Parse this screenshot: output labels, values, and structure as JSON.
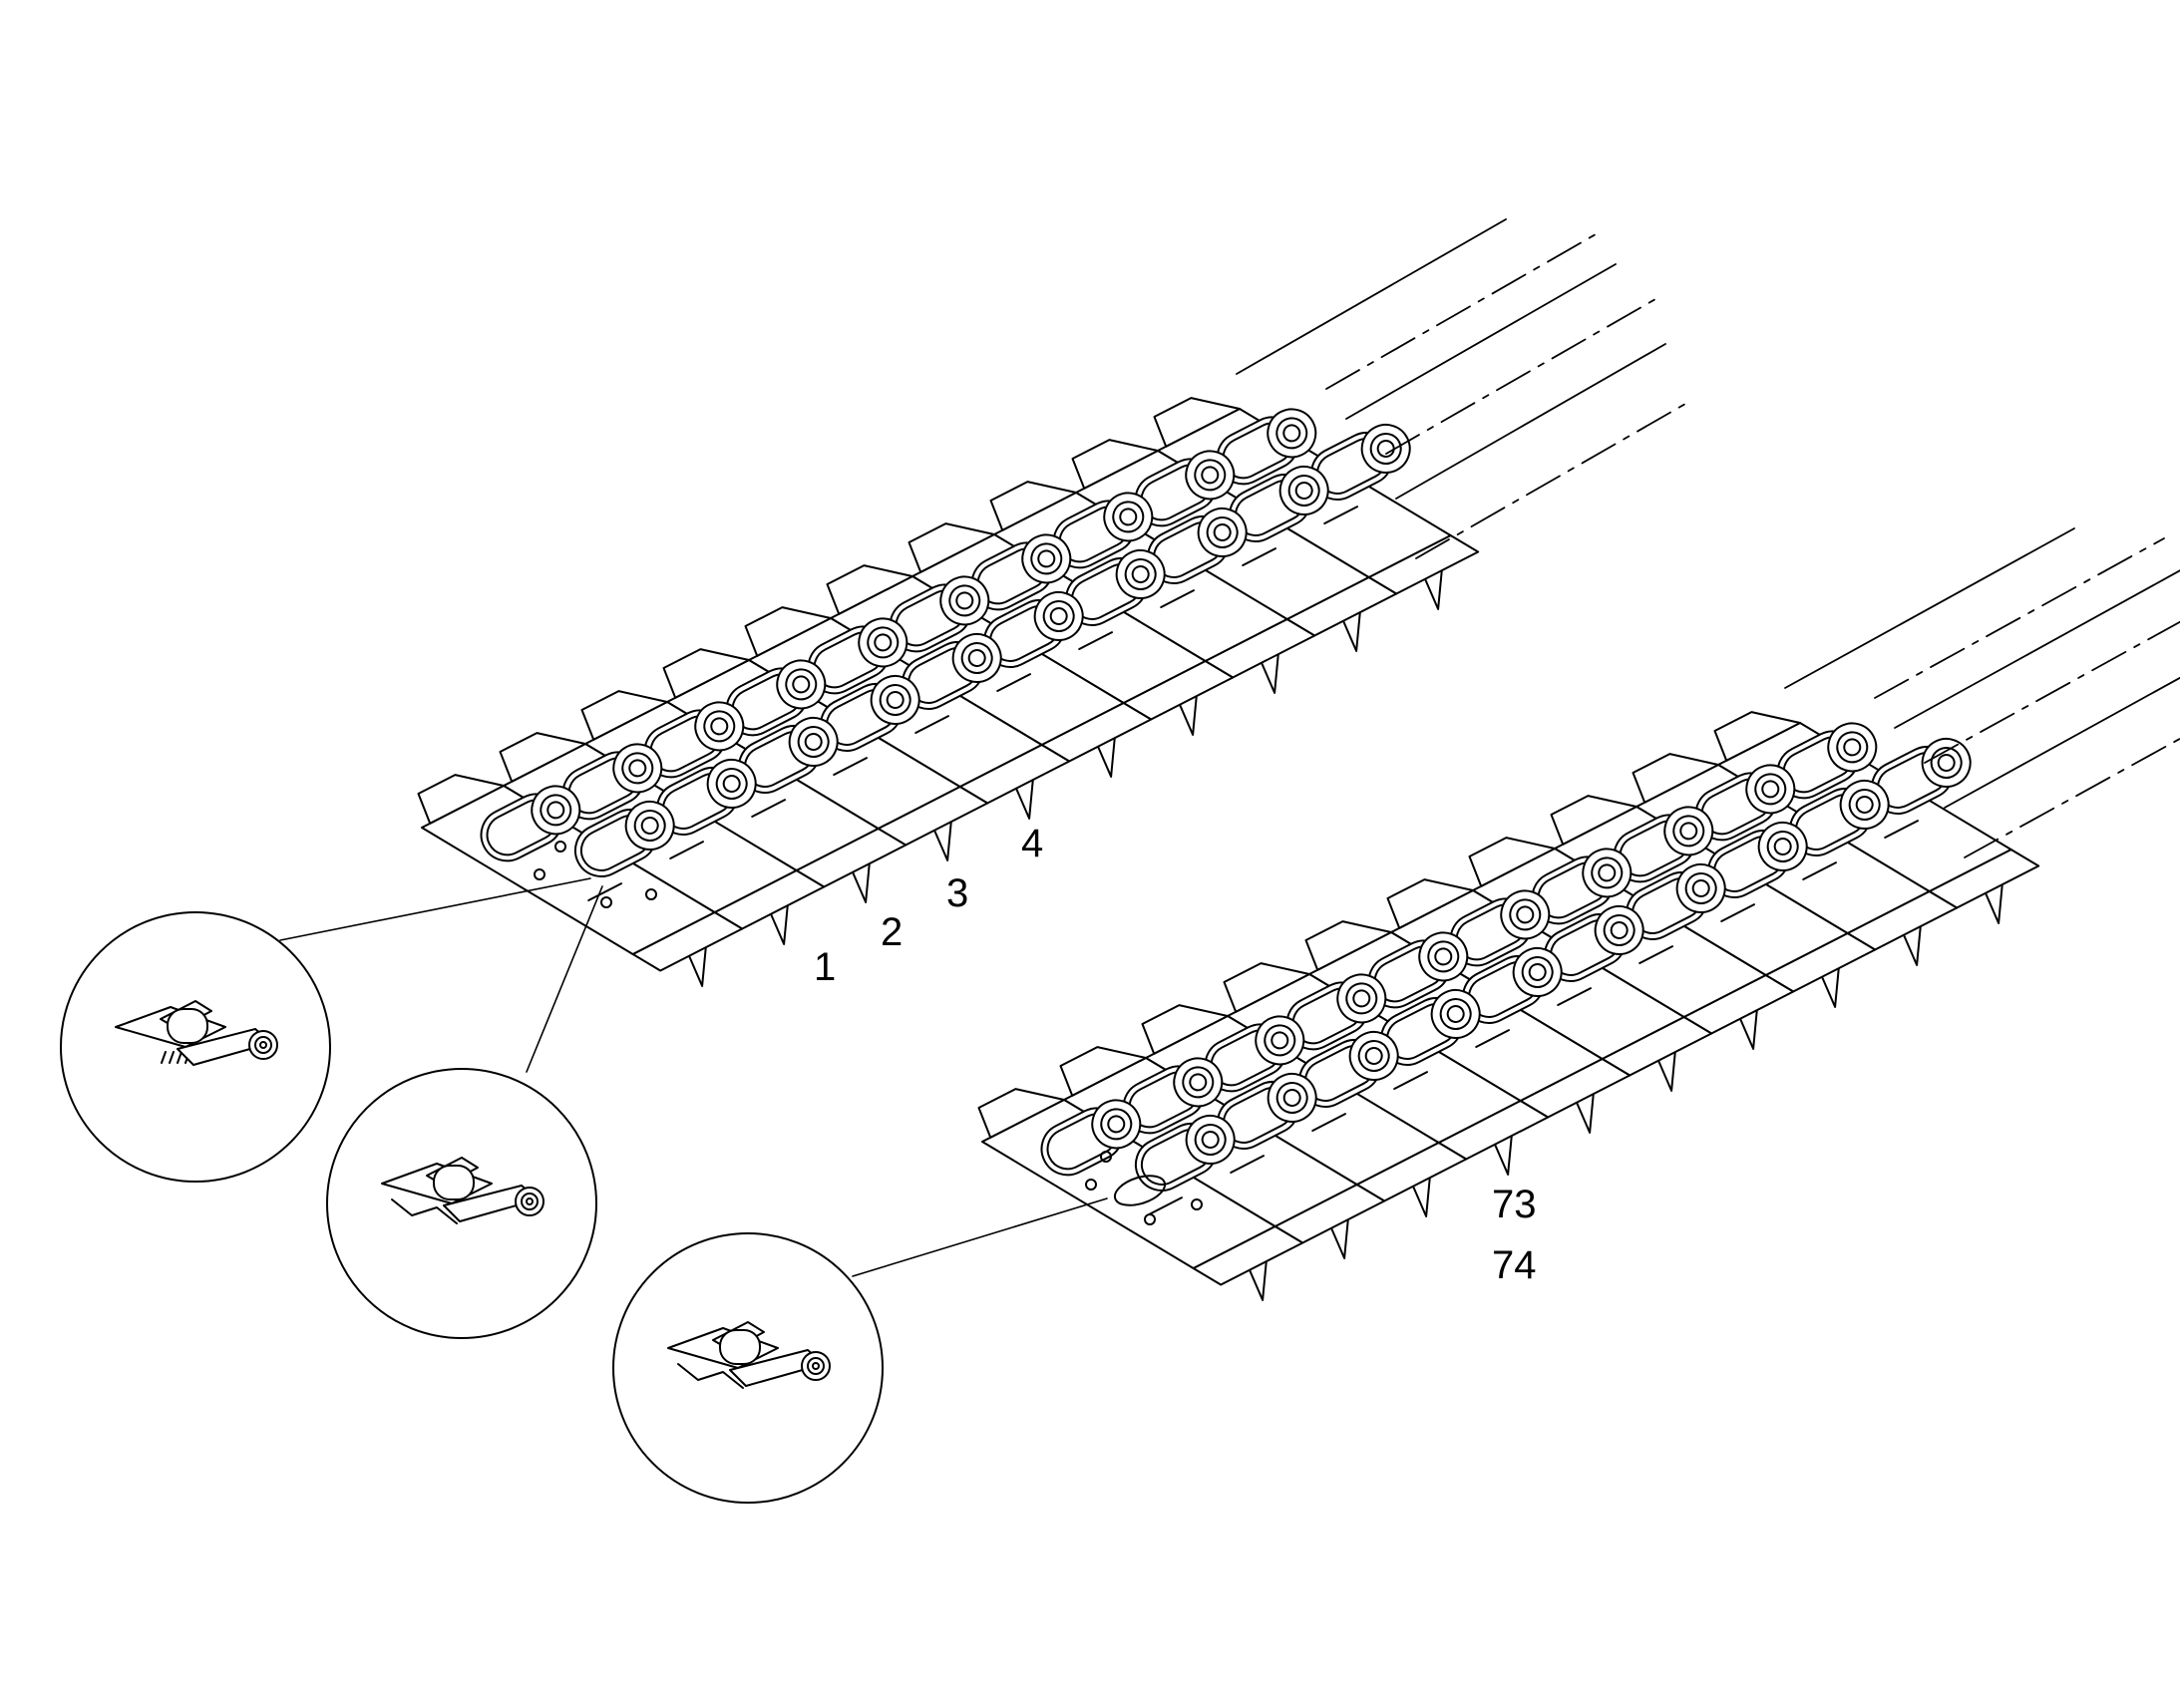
{
  "callouts": {
    "upper_assembly": [
      "1",
      "2",
      "3",
      "4"
    ],
    "lower_assembly": [
      "73",
      "74"
    ]
  },
  "colors": {
    "line": "#000000",
    "fill": "#ffffff"
  },
  "detail_count": 3
}
